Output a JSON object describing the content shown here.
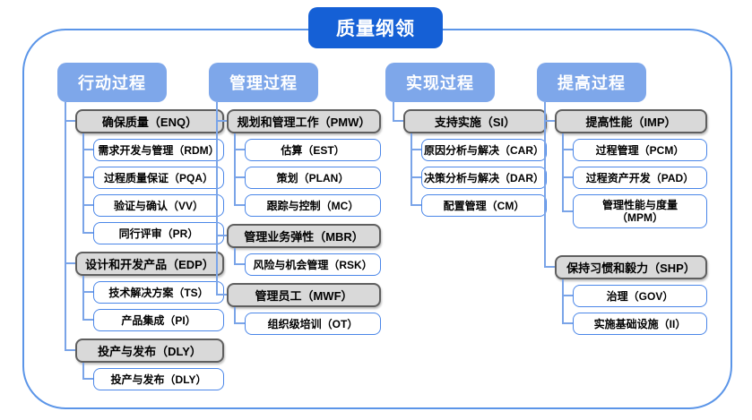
{
  "title": "质量纲领",
  "colors": {
    "title_bg": "#1560d6",
    "header_bg": "#7ea7ea",
    "connector": "#7aa4e8",
    "item_border": "#4a86e8",
    "group_fill": "#d9d9d9",
    "group_border": "#5f5f5f",
    "frame_border": "#5b95e8"
  },
  "columns": [
    {
      "header": "行动过程",
      "groups": [
        {
          "label": "确保质量（ENQ）",
          "children": [
            "需求开发与管理（RDM）",
            "过程质量保证（PQA）",
            "验证与确认（VV）",
            "同行评审（PR）"
          ]
        },
        {
          "label": "设计和开发产品（EDP）",
          "children": [
            "技术解决方案（TS）",
            "产品集成（PI）"
          ]
        },
        {
          "label": "投产与发布（DLY）",
          "children": [
            "投产与发布（DLY）"
          ]
        }
      ]
    },
    {
      "header": "管理过程",
      "groups": [
        {
          "label": "规划和管理工作（PMW）",
          "children": [
            "估算（EST）",
            "策划（PLAN）",
            "跟踪与控制（MC）"
          ]
        },
        {
          "label": "管理业务弹性（MBR）",
          "children": [
            "风险与机会管理（RSK）"
          ]
        },
        {
          "label": "管理员工（MWF）",
          "children": [
            "组织级培训（OT）"
          ]
        }
      ]
    },
    {
      "header": "实现过程",
      "groups": [
        {
          "label": "支持实施（SI）",
          "children": [
            "原因分析与解决（CAR）",
            "决策分析与解决（DAR）",
            "配置管理（CM）"
          ]
        }
      ]
    },
    {
      "header": "提高过程",
      "groups": [
        {
          "label": "提高性能（IMP）",
          "children": [
            "过程管理（PCM）",
            "过程资产开发（PAD）",
            "管理性能与度量\n（MPM）"
          ]
        },
        {
          "label": "保持习惯和毅力（SHP）",
          "children": [
            "治理（GOV）",
            "实施基础设施（II）"
          ]
        }
      ]
    }
  ]
}
